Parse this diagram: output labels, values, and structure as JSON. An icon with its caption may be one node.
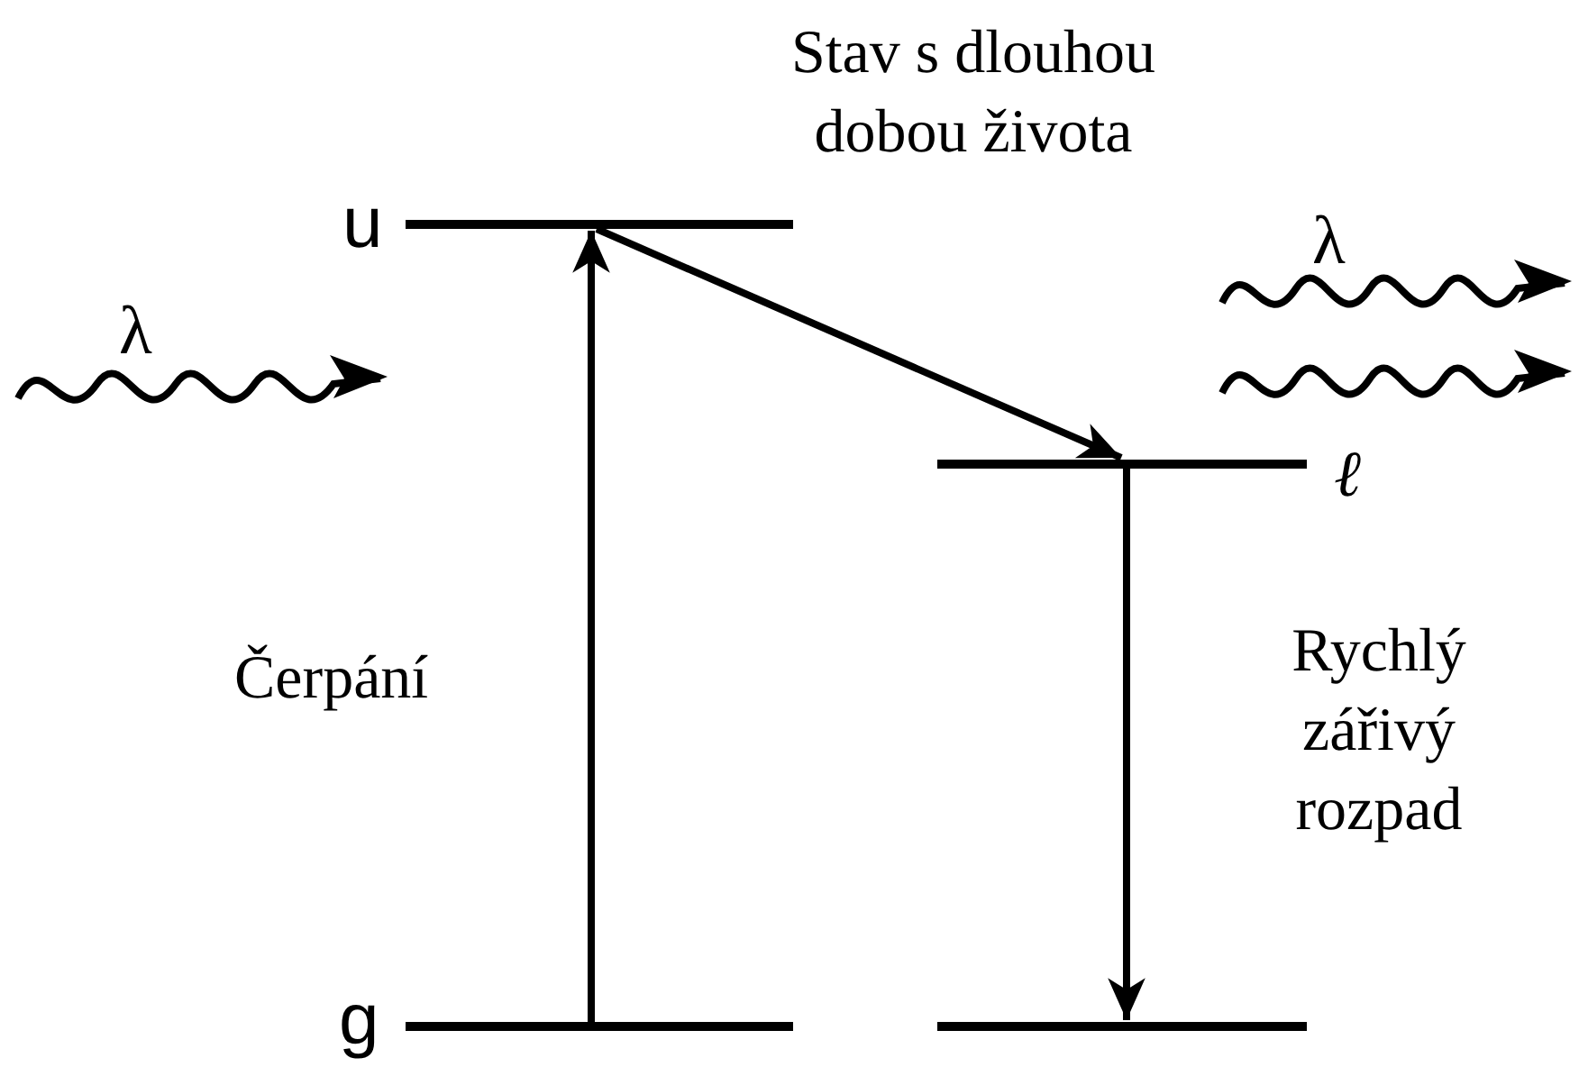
{
  "diagram": {
    "nodes": [
      {
        "text": [],
        "shape": "bar",
        "beside": [
          "u",
          "Stav s dlouhou dobou života"
        ]
      },
      {
        "text": [],
        "shape": "bar",
        "beside": [
          "ℓ"
        ]
      },
      {
        "text": [],
        "shape": "bar",
        "beside": [
          "g"
        ]
      },
      {
        "text": [],
        "shape": "bar"
      }
    ],
    "edges": [
      {
        "from": 2,
        "to": 0,
        "arrow": "to",
        "label": "Čerpání"
      },
      {
        "from": 0,
        "to": 1,
        "arrow": "to"
      },
      {
        "from": 1,
        "to": 3,
        "arrow": "to",
        "label": "Rychlý zářivý rozpad"
      }
    ],
    "labels": [
      "λ",
      "λ"
    ]
  }
}
